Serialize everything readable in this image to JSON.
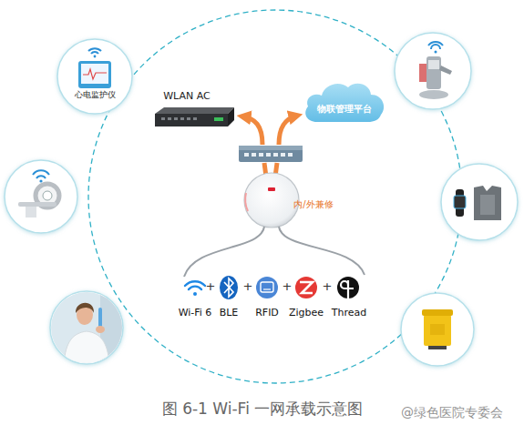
{
  "diagram": {
    "caption": "图 6-1 Wi-Fi 一网承载示意图",
    "nodes": [
      {
        "text": [
          "心电监护仪"
        ]
      },
      {
        "text": [
          "WLAN AC"
        ]
      },
      {
        "text": [
          "物联管理平台"
        ]
      }
    ],
    "labels": [
      "内/外兼修",
      "Wi-Fi 6",
      "+",
      "BLE",
      "+",
      "RFID",
      "+",
      "Zigbee",
      "+",
      "Thread",
      "@绿色医院专委会"
    ]
  }
}
